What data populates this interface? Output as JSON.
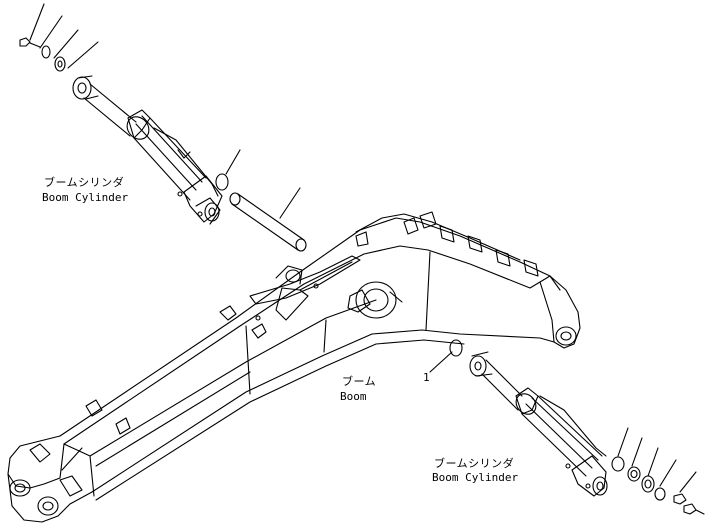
{
  "labels": {
    "cylinder_upper_jp": "ブームシリンダ",
    "cylinder_upper_en": "Boom Cylinder",
    "boom_jp": "ブーム",
    "boom_en": "Boom",
    "cylinder_lower_jp": "ブームシリンダ",
    "cylinder_lower_en": "Boom Cylinder",
    "callout_1": "1"
  }
}
